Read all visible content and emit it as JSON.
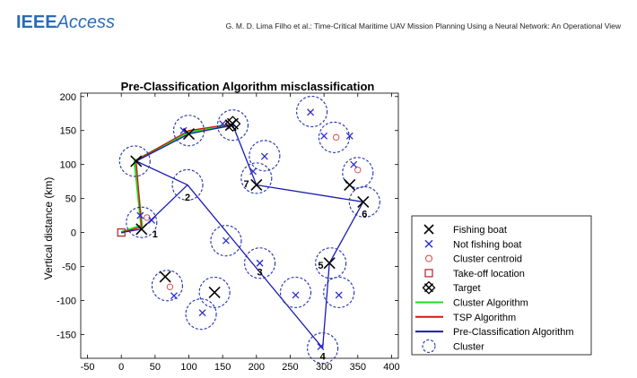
{
  "header": {
    "journal_bold": "IEEE",
    "journal_italic": "Access",
    "running_title": "G. M. D. Lima Filho et al.: Time-Critical Maritime UAV Mission Planning Using a Neural Network: An Operational View"
  },
  "chart_data": {
    "type": "scatter",
    "title": "Pre-Classification Algorithm misclassification",
    "xlabel": "",
    "ylabel": "Vertical distance (km)",
    "xlim": [
      -60,
      410
    ],
    "ylim": [
      -185,
      205
    ],
    "xticks": [
      -50,
      0,
      50,
      100,
      150,
      200,
      250,
      300,
      350,
      400
    ],
    "yticks": [
      -150,
      -100,
      -50,
      0,
      50,
      100,
      150,
      200
    ],
    "grid": false,
    "legend_position": "right",
    "colors": {
      "fishing": "#000000",
      "not_fishing": "#2b2bd4",
      "centroid": "#d04040",
      "takeoff": "#b0202a",
      "cluster_path": "#22dd22",
      "tsp_path": "#dd1111",
      "pre_path": "#1a1ab4",
      "cluster_circle": "#1f2fb0"
    },
    "legend": {
      "fishing": "Fishing boat",
      "not_fishing": "Not fishing boat",
      "centroid": "Cluster centroid",
      "takeoff": "Take-off location",
      "target": "Target",
      "cluster_path": "Cluster Algorithm",
      "tsp_path": "TSP Algorithm",
      "pre_path": "Pre-Classification Algorithm",
      "cluster": "Cluster"
    },
    "takeoff": [
      0,
      0
    ],
    "clusters": [
      [
        30,
        15
      ],
      [
        20,
        105
      ],
      [
        100,
        150
      ],
      [
        165,
        158
      ],
      [
        98,
        70
      ],
      [
        155,
        -12
      ],
      [
        205,
        -45
      ],
      [
        258,
        -88
      ],
      [
        322,
        -88
      ],
      [
        118,
        -120
      ],
      [
        68,
        -78
      ],
      [
        138,
        -88
      ],
      [
        212,
        113
      ],
      [
        298,
        -170
      ],
      [
        310,
        -45
      ],
      [
        360,
        45
      ],
      [
        350,
        88
      ],
      [
        315,
        140
      ],
      [
        282,
        178
      ],
      [
        200,
        80
      ]
    ],
    "fishing_boats": [
      [
        30,
        5
      ],
      [
        22,
        105
      ],
      [
        100,
        145
      ],
      [
        162,
        158
      ],
      [
        200,
        70
      ],
      [
        358,
        45
      ],
      [
        308,
        -45
      ],
      [
        338,
        70
      ],
      [
        65,
        -65
      ],
      [
        138,
        -88
      ]
    ],
    "not_fishing_boats": [
      [
        45,
        18
      ],
      [
        28,
        25
      ],
      [
        92,
        150
      ],
      [
        150,
        160
      ],
      [
        155,
        -12
      ],
      [
        205,
        -45
      ],
      [
        258,
        -92
      ],
      [
        322,
        -92
      ],
      [
        120,
        -118
      ],
      [
        78,
        -93
      ],
      [
        212,
        112
      ],
      [
        295,
        -168
      ],
      [
        280,
        177
      ],
      [
        300,
        142
      ],
      [
        338,
        142
      ],
      [
        344,
        100
      ],
      [
        195,
        90
      ]
    ],
    "centroids": [
      [
        38,
        22
      ],
      [
        72,
        -80
      ],
      [
        318,
        140
      ],
      [
        350,
        92
      ]
    ],
    "targets": [
      [
        165,
        160
      ]
    ],
    "paths": {
      "cluster": [
        [
          0,
          0
        ],
        [
          30,
          10
        ],
        [
          20,
          105
        ],
        [
          100,
          148
        ],
        [
          165,
          158
        ]
      ],
      "tsp": [
        [
          0,
          0
        ],
        [
          30,
          8
        ],
        [
          22,
          106
        ],
        [
          100,
          150
        ],
        [
          166,
          160
        ]
      ],
      "pre": [
        [
          0,
          0
        ],
        [
          30,
          5
        ],
        [
          98,
          70
        ],
        [
          22,
          105
        ],
        [
          100,
          145
        ],
        [
          165,
          158
        ],
        [
          200,
          70
        ],
        [
          358,
          45
        ],
        [
          308,
          -45
        ],
        [
          298,
          -170
        ],
        [
          98,
          70
        ],
        [
          30,
          5
        ]
      ]
    },
    "point_labels": [
      {
        "text": "1",
        "x": 50,
        "y": -2
      },
      {
        "text": "2",
        "x": 98,
        "y": 52
      },
      {
        "text": "3",
        "x": 205,
        "y": -58
      },
      {
        "text": "4",
        "x": 298,
        "y": -182
      },
      {
        "text": "5",
        "x": 295,
        "y": -48
      },
      {
        "text": "6",
        "x": 360,
        "y": 28
      },
      {
        "text": "7",
        "x": 185,
        "y": 72
      }
    ]
  }
}
